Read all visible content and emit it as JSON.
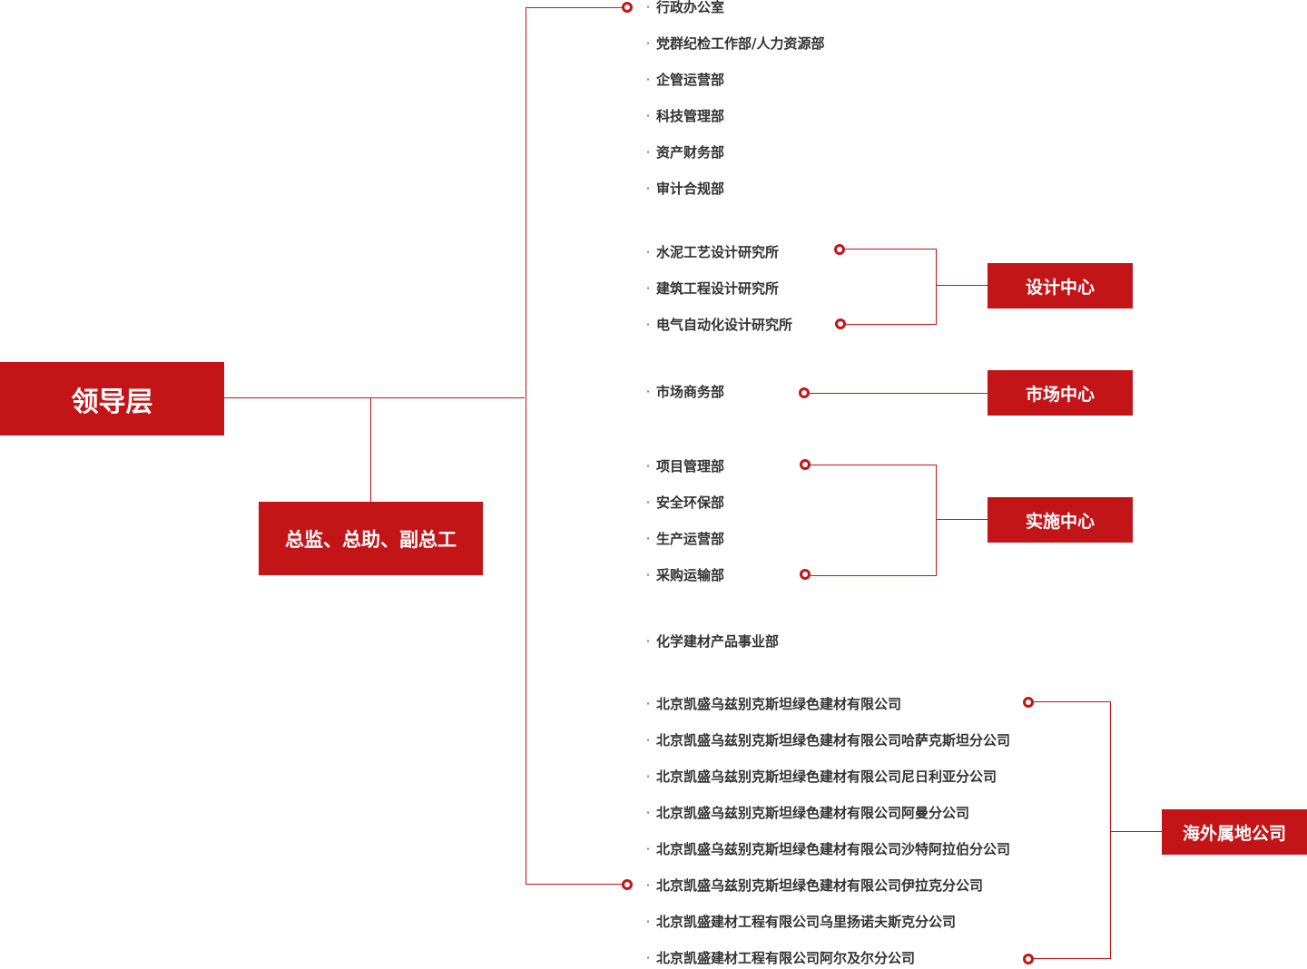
{
  "colors": {
    "accent": "#c31517",
    "line": "#c31517",
    "text": "#333333"
  },
  "leadership": "领导层",
  "assistants": "总监、总助、副总工",
  "centers": {
    "design": "设计中心",
    "market": "市场中心",
    "implementation": "实施中心",
    "overseas": "海外属地公司"
  },
  "bullet": "·",
  "departments": [
    "行政办公室",
    "党群纪检工作部/人力资源部",
    "企管运营部",
    "科技管理部",
    "资产财务部",
    "审计合规部",
    "水泥工艺设计研究所",
    "建筑工程设计研究所",
    "电气自动化设计研究所",
    "市场商务部",
    "项目管理部",
    "安全环保部",
    "生产运营部",
    "采购运输部",
    "化学建材产品事业部",
    "北京凯盛乌兹别克斯坦绿色建材有限公司",
    "北京凯盛乌兹别克斯坦绿色建材有限公司哈萨克斯坦分公司",
    "北京凯盛乌兹别克斯坦绿色建材有限公司尼日利亚分公司",
    "北京凯盛乌兹别克斯坦绿色建材有限公司阿曼分公司",
    "北京凯盛乌兹别克斯坦绿色建材有限公司沙特阿拉伯分公司",
    "北京凯盛乌兹别克斯坦绿色建材有限公司伊拉克分公司",
    "北京凯盛建材工程有限公司乌里扬诺夫斯克分公司",
    "北京凯盛建材工程有限公司阿尔及尔分公司"
  ]
}
